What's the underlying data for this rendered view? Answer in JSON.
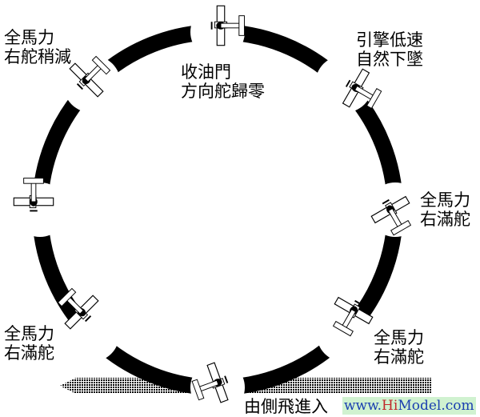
{
  "labels": {
    "top_left": [
      "全馬力",
      "右舵稍減"
    ],
    "top_center": [
      "收油門",
      "方向舵歸零"
    ],
    "top_right": [
      "引擎低速",
      "自然下墜"
    ],
    "right": [
      "全馬力",
      "右滿舵"
    ],
    "bottom_left": [
      "全馬力",
      "右滿舵"
    ],
    "bottom_right": [
      "全馬力",
      "右滿舵"
    ],
    "entry": "由側飛進入"
  },
  "watermark": {
    "pre": "www.",
    "hi": "Hi",
    "post": "Model.com"
  }
}
